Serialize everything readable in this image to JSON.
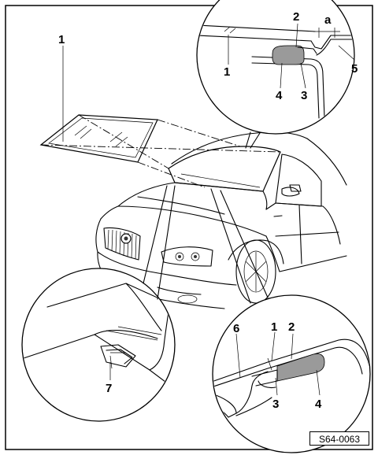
{
  "figure_ref": "S64-0063",
  "callouts": {
    "main_1": "1",
    "top_1": "1",
    "top_2": "2",
    "top_3": "3",
    "top_4": "4",
    "top_5": "5",
    "top_a": "a",
    "bl_7": "7",
    "br_6": "6",
    "br_1": "1",
    "br_2": "2",
    "br_3": "3",
    "br_4": "4"
  }
}
